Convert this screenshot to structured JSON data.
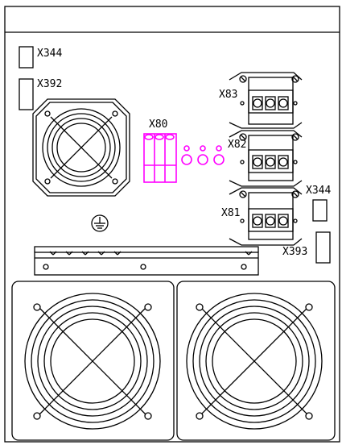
{
  "labels": {
    "x344_top": "X344",
    "x392": "X392",
    "x80": "X80",
    "x83": "X83",
    "x82": "X82",
    "x81": "X81",
    "x344_right": "X344",
    "x393": "X393"
  },
  "colors": {
    "line": "#000000",
    "highlight": "#ff00ff",
    "background": "#ffffff"
  },
  "icons": {
    "fan": "fan-grill-icon",
    "ground": "ground-symbol-icon",
    "connector": "terminal-connector-icon"
  }
}
